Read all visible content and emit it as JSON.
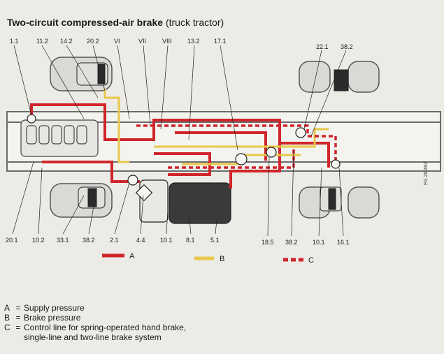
{
  "title": {
    "main": "Two-circuit compressed-air brake",
    "sub": "(truck tractor)"
  },
  "top_labels": [
    "1.1",
    "11.2",
    "14.2",
    "20.2",
    "VI",
    "VII",
    "VIII",
    "13.2",
    "17.1",
    "22.1",
    "38.2"
  ],
  "bottom_labels": [
    "20.1",
    "10.2",
    "33.1",
    "38.2",
    "2.1",
    "4.4",
    "10.1",
    "8.1",
    "5.1",
    "18.5",
    "38.2",
    "10.1",
    "16.1"
  ],
  "legend": [
    {
      "key": "A",
      "style": "solid",
      "color": "#d0262b"
    },
    {
      "key": "B",
      "style": "solid",
      "color": "#e8c84a"
    },
    {
      "key": "C",
      "style": "dashed",
      "color": "#d0262b"
    }
  ],
  "notes": [
    {
      "key": "A",
      "text": "Supply pressure"
    },
    {
      "key": "B",
      "text": "Brake pressure"
    },
    {
      "key": "C",
      "text": "Control line for spring-operated hand brake, single-line and two-line brake system"
    }
  ],
  "figure_code": "FG 20.492"
}
